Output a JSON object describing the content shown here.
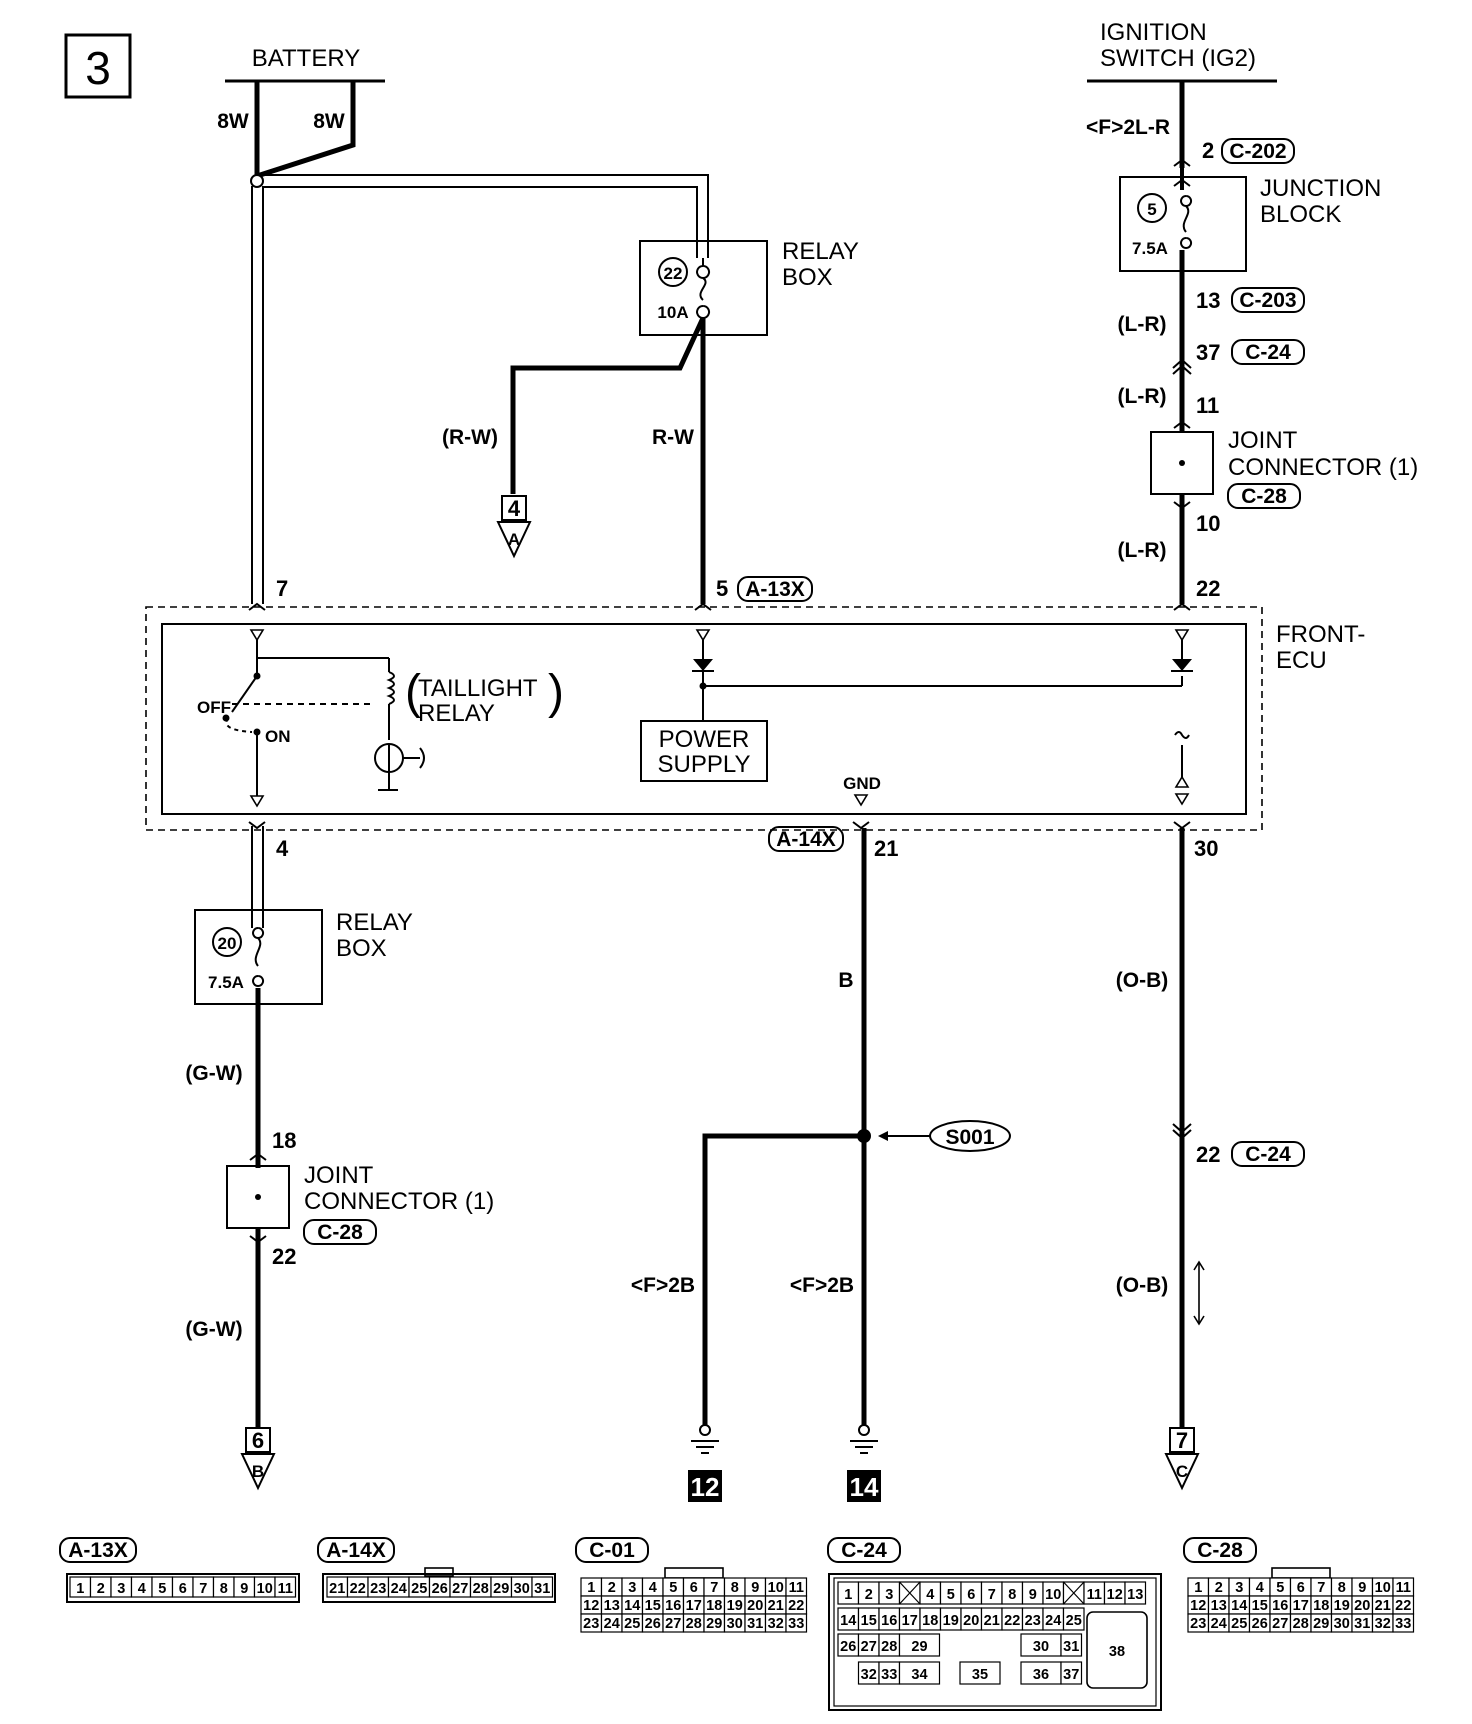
{
  "page_number": "3",
  "labels": {
    "battery": "BATTERY",
    "ignition_line1": "IGNITION",
    "ignition_line2": "SWITCH (IG2)",
    "relay_box_top_l1": "RELAY",
    "relay_box_top_l2": "BOX",
    "relay_box_bottom_l1": "RELAY",
    "relay_box_bottom_l2": "BOX",
    "junction_block_l1": "JUNCTION",
    "junction_block_l2": "BLOCK",
    "joint_connector_right_l1": "JOINT",
    "joint_connector_right_l2": "CONNECTOR (1)",
    "joint_connector_left_l1": "JOINT",
    "joint_connector_left_l2": "CONNECTOR (1)",
    "front_ecu_l1": "FRONT-",
    "front_ecu_l2": "ECU",
    "taillight_l1": "TAILLIGHT",
    "taillight_l2": "RELAY",
    "power_supply_l1": "POWER",
    "power_supply_l2": "SUPPLY",
    "gnd": "GND",
    "off": "OFF",
    "on": "ON"
  },
  "fuses": {
    "relay_top_no": "22",
    "relay_top_amp": "10A",
    "jb_no": "5",
    "jb_amp": "7.5A",
    "relay_bottom_no": "20",
    "relay_bottom_amp": "7.5A"
  },
  "wires": {
    "bat_left": "8W",
    "bat_right": "8W",
    "rw_branch": "(R-W)",
    "rw_main": "R-W",
    "ign": "<F>2L-R",
    "lr1": "(L-R)",
    "lr2": "(L-R)",
    "lr3": "(L-R)",
    "gw1": "(G-W)",
    "gw2": "(G-W)",
    "b": "B",
    "ob1": "(O-B)",
    "ob2": "(O-B)",
    "f2b_left": "<F>2B",
    "f2b_right": "<F>2B"
  },
  "pins": {
    "p2": "2",
    "p13": "13",
    "p37": "37",
    "p11": "11",
    "p10": "10",
    "p22_ecu": "22",
    "p7": "7",
    "p5": "5",
    "p4": "4",
    "p21": "21",
    "p30": "30",
    "p18": "18",
    "p22_jc": "22",
    "p22_c24": "22"
  },
  "connectors": {
    "c202": "C-202",
    "c203": "C-203",
    "c24_a": "C-24",
    "c28_a": "C-28",
    "a13x": "A-13X",
    "a14x": "A-14X",
    "c28_b": "C-28",
    "c24_b": "C-24",
    "s001": "S001"
  },
  "offpage": {
    "four": "4",
    "a": "A",
    "six": "6",
    "b": "B",
    "seven": "7",
    "c": "C",
    "gnd12": "12",
    "gnd14": "14"
  },
  "connector_views": {
    "a13x": {
      "label": "A-13X",
      "rows": [
        [
          "1",
          "2",
          "3",
          "4",
          "5",
          "6",
          "7",
          "8",
          "9",
          "10",
          "11"
        ]
      ]
    },
    "a14x": {
      "label": "A-14X",
      "rows": [
        [
          "21",
          "22",
          "23",
          "24",
          "25",
          "26",
          "27",
          "28",
          "29",
          "30",
          "31"
        ]
      ]
    },
    "c01": {
      "label": "C-01",
      "rows": [
        [
          "1",
          "2",
          "3",
          "4",
          "5",
          "6",
          "7",
          "8",
          "9",
          "10",
          "11"
        ],
        [
          "12",
          "13",
          "14",
          "15",
          "16",
          "17",
          "18",
          "19",
          "20",
          "21",
          "22"
        ],
        [
          "23",
          "24",
          "25",
          "26",
          "27",
          "28",
          "29",
          "30",
          "31",
          "32",
          "33"
        ]
      ]
    },
    "c24": {
      "label": "C-24",
      "rows": [
        [
          "1",
          "2",
          "3",
          "",
          "4",
          "5",
          "6",
          "7",
          "8",
          "9",
          "10",
          "",
          "11",
          "12",
          "13"
        ],
        [
          "14",
          "15",
          "16",
          "17",
          "18",
          "19",
          "20",
          "21",
          "22",
          "23",
          "24",
          "25"
        ],
        [
          "26",
          "27",
          "28",
          "29",
          "30",
          "31"
        ],
        [
          "32",
          "33",
          "34",
          "35",
          "36",
          "37"
        ]
      ],
      "big": "38"
    },
    "c28": {
      "label": "C-28",
      "rows": [
        [
          "1",
          "2",
          "3",
          "4",
          "5",
          "6",
          "7",
          "8",
          "9",
          "10",
          "11"
        ],
        [
          "12",
          "13",
          "14",
          "15",
          "16",
          "17",
          "18",
          "19",
          "20",
          "21",
          "22"
        ],
        [
          "23",
          "24",
          "25",
          "26",
          "27",
          "28",
          "29",
          "30",
          "31",
          "32",
          "33"
        ]
      ]
    }
  }
}
